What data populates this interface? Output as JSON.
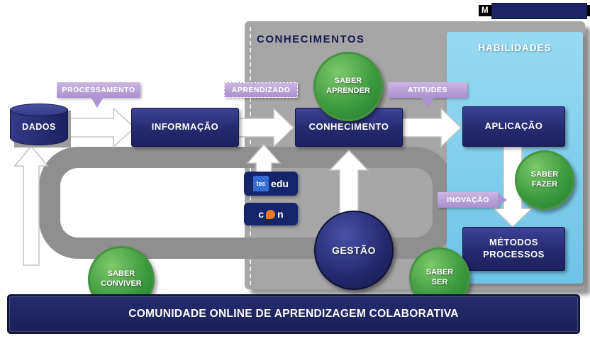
{
  "banner": {
    "label": "M"
  },
  "panels": {
    "conhecimentos_title": "CONHECIMENTOS",
    "habilidades_title": "HABILIDADES"
  },
  "nodes": {
    "dados": "DADOS",
    "informacao": "INFORMAÇÃO",
    "conhecimento": "CONHECIMENTO",
    "aplicacao": "APLICAÇÃO",
    "metodos_line1": "MÉTODOS",
    "metodos_line2": "PROCESSOS",
    "gestao": "GESTÃO"
  },
  "labels": {
    "processamento": "PROCESSAMENTO",
    "aprendizado": "APRENDIZADO",
    "atitudes": "ATITUDES",
    "inovacao": "INOVAÇÃO"
  },
  "saberes": {
    "aprender": {
      "line1": "SABER",
      "line2": "APRENDER"
    },
    "fazer": {
      "line1": "SABER",
      "line2": "FAZER"
    },
    "conviver": {
      "line1": "SABER",
      "line2": "CONVIVER"
    },
    "ser": {
      "line1": "SABER",
      "line2": "SER"
    }
  },
  "logos": {
    "tecedu": {
      "part1": "tec",
      "part2": "edu"
    },
    "partner": {
      "part1": "c",
      "part2": "n"
    }
  },
  "footer": {
    "text": "COMUNIDADE ONLINE DE APRENDIZAGEM COLABORATIVA"
  },
  "colors": {
    "navy": "#20265f",
    "lavender": "#ab92d0",
    "green": "#3f9b3f",
    "light_blue": "#7cc7ea",
    "gray": "#a6a6a6",
    "orange": "#f07820"
  }
}
